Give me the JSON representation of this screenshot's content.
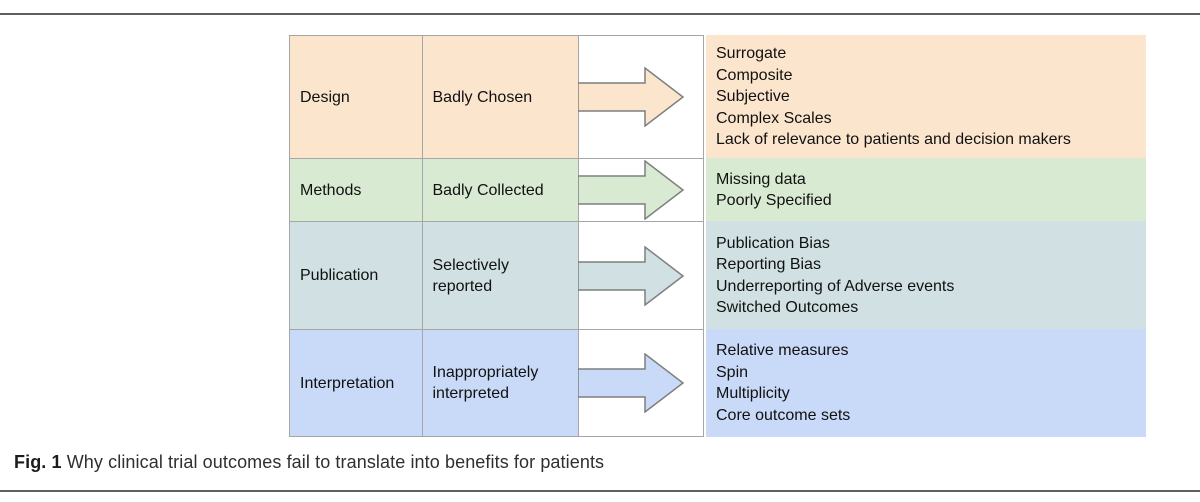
{
  "caption": {
    "label": "Fig. 1",
    "text": "Why clinical trial outcomes fail to translate into benefits for patients"
  },
  "rows": [
    {
      "stage": "Design",
      "problem": "Badly  Chosen",
      "issues": [
        "Surrogate",
        "Composite",
        "Subjective",
        "Complex Scales",
        "Lack of relevance to  patients  and decision makers"
      ],
      "color": "#fce5cd"
    },
    {
      "stage": "Methods",
      "problem": "Badly Collected",
      "issues": [
        "Missing data",
        "Poorly Specified"
      ],
      "color": "#d9ead3"
    },
    {
      "stage": "Publication",
      "problem": "Selectively reported",
      "issues": [
        "Publication Bias",
        "Reporting Bias",
        "Underreporting of Adverse events",
        "Switched Outcomes"
      ],
      "color": "#d0e0e3"
    },
    {
      "stage": "Interpretation",
      "problem": "Inappropriately interpreted",
      "issues": [
        "Relative measures",
        "Spin",
        "Multiplicity",
        "Core outcome sets"
      ],
      "color": "#c9daf8"
    }
  ],
  "colors": {
    "cell_border": "#a6a6a6",
    "arrow_stroke": "#7f7f7f",
    "rule": "#5f5f5f"
  }
}
